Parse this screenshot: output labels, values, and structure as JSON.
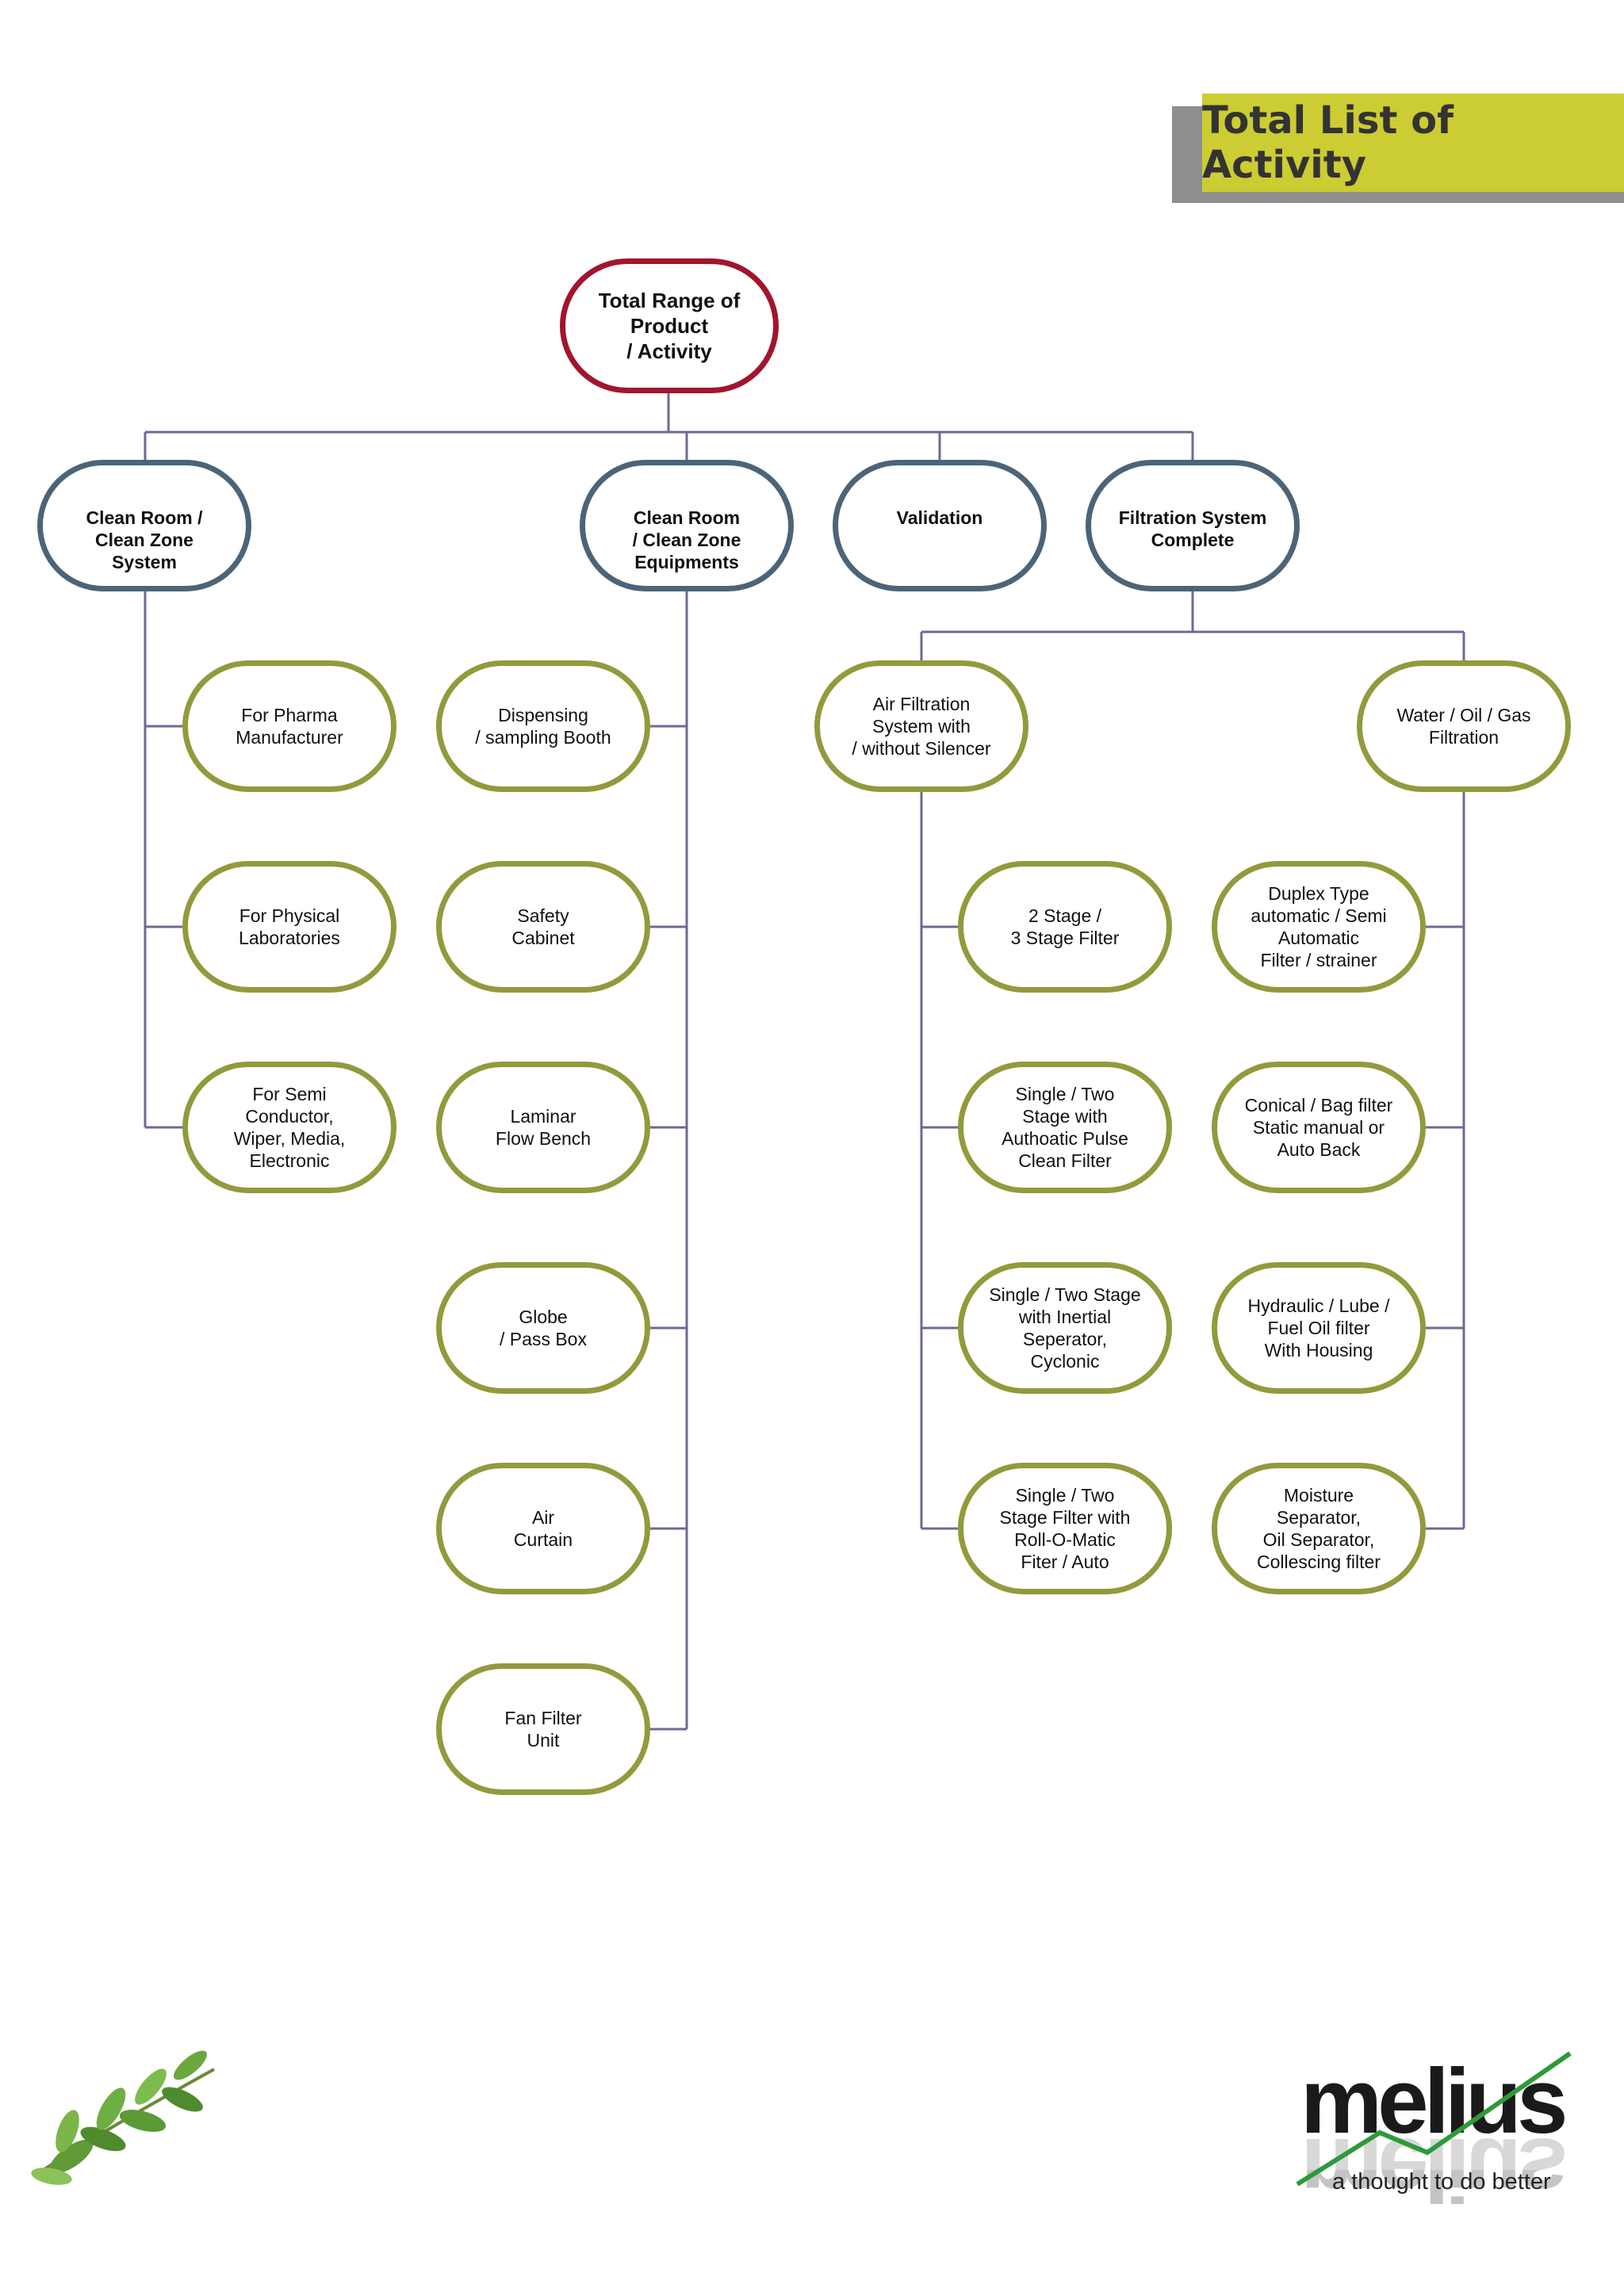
{
  "header": {
    "title": "Total List of Activity"
  },
  "diagram": {
    "root": "Total Range of\nProduct\n/ Activity",
    "clean_room_system": {
      "label": "Clean Room /\nClean Zone\nSystem",
      "children": [
        "For Pharma\nManufacturer",
        "For Physical\nLaboratories",
        "For Semi\nConductor,\nWiper, Media,\nElectronic"
      ]
    },
    "clean_room_equipments": {
      "label": "Clean Room\n/ Clean Zone\nEquipments",
      "children": [
        "Dispensing\n/ sampling Booth",
        "Safety\nCabinet",
        "Laminar\nFlow Bench",
        "Globe\n/ Pass Box",
        "Air\nCurtain",
        "Fan Filter\nUnit"
      ]
    },
    "validation": {
      "label": "Validation"
    },
    "filtration_system": {
      "label": "Filtration System\nComplete",
      "air_filtration": {
        "label": "Air Filtration\nSystem with\n/ without Silencer",
        "children": [
          "2 Stage /\n3 Stage Filter",
          "Single / Two\nStage with\nAuthoatic Pulse\nClean Filter",
          "Single / Two Stage\nwith Inertial\nSeperator,\nCyclonic",
          "Single / Two\nStage Filter with\nRoll-O-Matic\nFiter / Auto"
        ]
      },
      "liquid_filtration": {
        "label": "Water / Oil / Gas\nFiltration",
        "children": [
          "Duplex Type\nautomatic / Semi\nAutomatic\nFilter / strainer",
          "Conical / Bag filter\nStatic manual or\nAuto Back",
          "Hydraulic / Lube /\nFuel Oil filter\nWith Housing",
          "Moisture\nSeparator,\nOil Separator,\nCollescing filter"
        ]
      }
    }
  },
  "brand": {
    "name": "melius",
    "tagline": "a thought to do better"
  },
  "colors": {
    "banner": "#cccc33",
    "root_border": "#a3142e",
    "level1_border": "#4c6478",
    "level2_border": "#929a3c",
    "connector": "#6b6b96"
  }
}
